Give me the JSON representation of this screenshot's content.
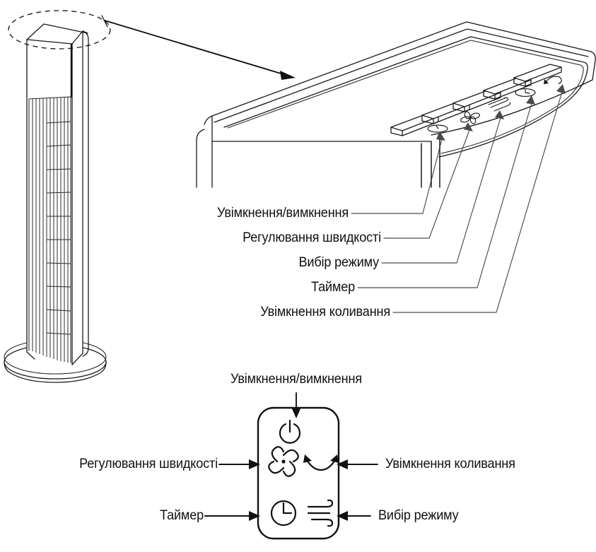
{
  "diagram": {
    "title": "Tower fan control panel and remote control diagram",
    "stroke_color": "#1a1a1a",
    "leader_color": "#4a4a4a",
    "background_color": "#ffffff"
  },
  "panel_callouts": [
    {
      "id": "power",
      "label": "Увімкнення/вимкнення",
      "icon": "power-icon"
    },
    {
      "id": "speed",
      "label": "Регулювання швидкості",
      "icon": "fan-blade-icon"
    },
    {
      "id": "mode",
      "label": "Вибір режиму",
      "icon": "wind-mode-icon"
    },
    {
      "id": "timer",
      "label": "Таймер",
      "icon": "clock-timer-icon"
    },
    {
      "id": "oscillation",
      "label": "Увімкнення коливання",
      "icon": "oscillation-icon"
    }
  ],
  "remote_callouts": {
    "top": {
      "label": "Увімкнення/вимкнення",
      "icon": "power-icon"
    },
    "left_upper": {
      "label": "Регулювання швидкості",
      "icon": "fan-blade-icon"
    },
    "left_lower": {
      "label": "Таймер",
      "icon": "clock-timer-icon"
    },
    "right_upper": {
      "label": "Увімкнення коливання",
      "icon": "oscillation-icon"
    },
    "right_lower": {
      "label": "Вибір режиму",
      "icon": "wind-mode-icon"
    }
  },
  "remote_buttons": [
    {
      "id": "power",
      "icon": "power-icon",
      "position": "top-center"
    },
    {
      "id": "speed",
      "icon": "fan-blade-icon",
      "position": "middle-left"
    },
    {
      "id": "oscillation",
      "icon": "oscillation-icon",
      "position": "middle-right"
    },
    {
      "id": "timer",
      "icon": "clock-timer-icon",
      "position": "bottom-left"
    },
    {
      "id": "mode",
      "icon": "wind-mode-icon",
      "position": "bottom-right"
    }
  ],
  "tower_fan": {
    "name": "tower-fan-illustration",
    "parts": [
      "top-cap",
      "grille",
      "body",
      "base-disc"
    ],
    "highlight": "dashed-ellipse-callout"
  }
}
